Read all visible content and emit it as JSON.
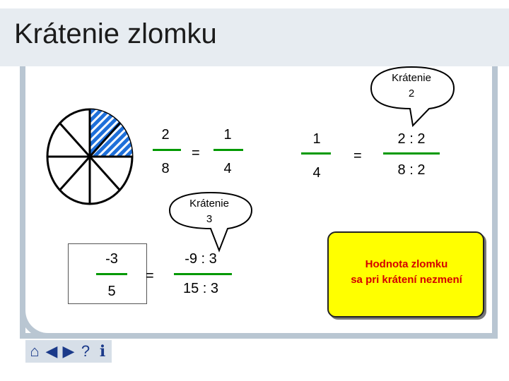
{
  "title": "Krátenie zlomku",
  "callouts": [
    {
      "line1": "Krátenie",
      "line2": "2"
    },
    {
      "line1": "Krátenie",
      "line2": "3"
    }
  ],
  "row1": {
    "f1": {
      "num": "2",
      "den": "8"
    },
    "eq1": "=",
    "f2": {
      "num": "1",
      "den": "4"
    },
    "f3": {
      "num": "1",
      "den": "4"
    },
    "eq2": "=",
    "f4": {
      "num": "2 : 2",
      "den": "8 : 2"
    }
  },
  "row2": {
    "f1": {
      "num": "-3",
      "den": "5"
    },
    "eq": "=",
    "f2": {
      "num": "-9 : 3",
      "den": "15 : 3"
    }
  },
  "note": {
    "line1": "Hodnota zlomku",
    "line2": "sa pri krátení nezmení"
  },
  "pie": {
    "slices": 8,
    "shaded": 2,
    "shade_color": "#1e6fd9"
  },
  "colors": {
    "fraction_bar": "#009900",
    "note_bg": "#ffff00",
    "note_text": "#d40000"
  },
  "nav": {
    "home": "home-icon",
    "back": "arrow-left-icon",
    "forward": "arrow-right-icon",
    "help": "question-icon",
    "info": "info-icon"
  }
}
